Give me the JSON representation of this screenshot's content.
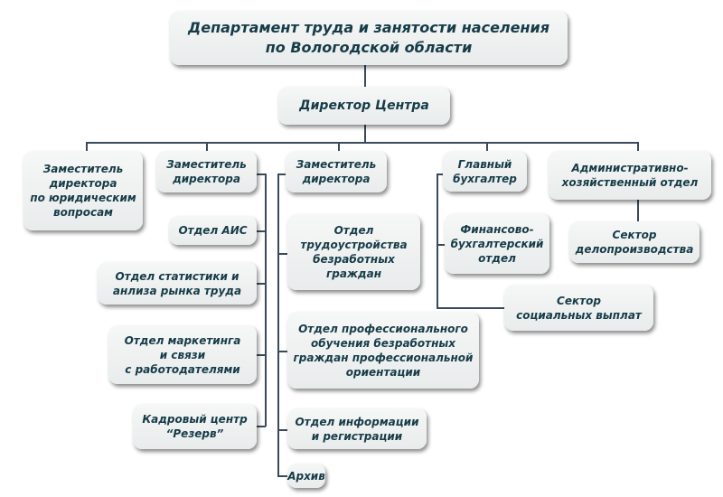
{
  "title": "Департамент труда и занятости населения\nпо Вологодской области",
  "director": "Директор Центра",
  "deputy_legal": "Заместитель\nдиректора\nпо юридическим\nвопросам",
  "deputy_left": {
    "title": "Заместитель\nдиректора",
    "units": [
      "Отдел АИС",
      "Отдел статистики и\nанлиза рынка труда",
      "Отдел маркетинга\nи связи\nс работодателями",
      "Кадровый центр\n“Резерв”"
    ]
  },
  "deputy_mid": {
    "title": "Заместитель\nдиректора",
    "units": [
      "Отдел\nтрудоустройства\nбезработных\nграждан",
      "Отдел профессионального\nобучения безработных\nграждан профессиональной\nориентации",
      "Отдел информации\nи регистрации",
      "Архив"
    ]
  },
  "chief_accountant": {
    "title": "Главный\nбухгалтер",
    "units": [
      "Финансово-\nбухгалтерский\nотдел",
      "Сектор\nсоциальных выплат"
    ]
  },
  "admin": {
    "title": "Административно-\nхозяйственный отдел",
    "units": [
      "Сектор\nделопроизводства"
    ]
  }
}
